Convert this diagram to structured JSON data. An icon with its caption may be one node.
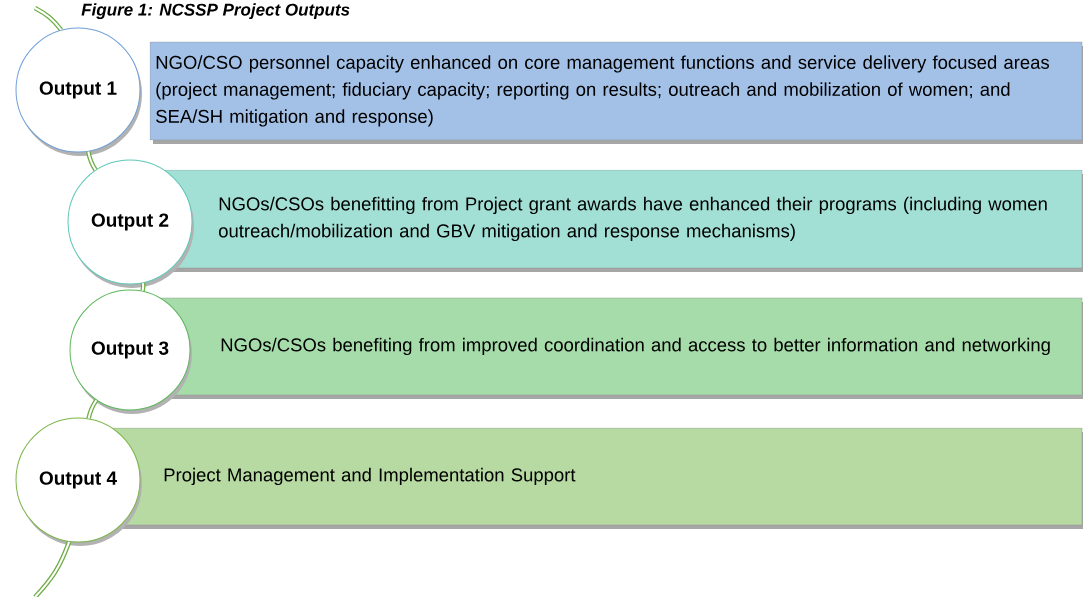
{
  "diagram": {
    "title": "Figure 1: NCSSP Project Outputs",
    "nodes": [
      {
        "text": [
          "Output 1"
        ]
      },
      {
        "text": [
          "NGO/CSO personnel capacity enhanced on core management functions and service delivery focused areas (project management; fiduciary capacity; reporting on results; outreach and mobilization of women; and SEA/SH mitigation and response)"
        ]
      },
      {
        "text": [
          "Output 2"
        ]
      },
      {
        "text": [
          "NGOs/CSOs benefitting from Project grant awards have enhanced their programs (including women outreach/mobilization and GBV mitigation and response mechanisms)"
        ]
      },
      {
        "text": [
          "Output 3"
        ]
      },
      {
        "text": [
          "NGOs/CSOs benefiting from improved coordination and access to better information and networking"
        ]
      },
      {
        "text": [
          "Output 4"
        ]
      },
      {
        "text": [
          "Project Management and Implementation Support"
        ]
      }
    ],
    "edges": [
      {
        "from": null,
        "to": 0,
        "arrow": "none"
      },
      {
        "from": 0,
        "to": 2,
        "arrow": "none"
      },
      {
        "from": 2,
        "to": 4,
        "arrow": "none"
      },
      {
        "from": 4,
        "to": 6,
        "arrow": "none"
      },
      {
        "from": 6,
        "to": null,
        "arrow": "none"
      }
    ]
  }
}
